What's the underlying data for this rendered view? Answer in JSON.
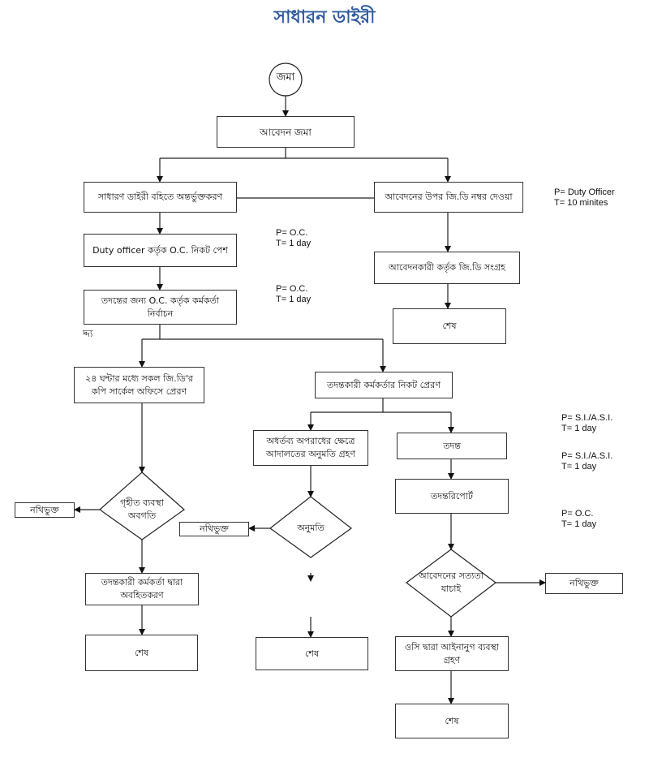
{
  "title": "সাধারন ডাইরী",
  "start_label": "জমা",
  "stray_label": "দ্দ্য",
  "boxes": {
    "submit": "আবেদন জমা",
    "include": "সাধারণ ডাইরী বহিতে অন্তর্ভুক্তকরণ",
    "gd_number": "আবেদনের উপর জি.ডি নম্বর দেওয়া",
    "present_oc": "Duty officer কর্তৃক O.C. নিকট পেশ",
    "collect": "আবেদনকারী কর্তৃক জি.ডি সংগ্রহ",
    "select_officer": "তদন্তের জন্য O.C. কর্তৃক কর্মকর্তা নির্বাচন",
    "end_right": "শেষ",
    "send_circle": "২৪ ঘন্টার মধ্যে সকল জি.ডি'র কপি সার্কেল অফিসে প্রেরণ",
    "send_investigator": "তদন্তকারী কর্মকর্তার নিকট প্রেরণ",
    "court_permission": "অধর্তব্য অপরাধের ক্ষেত্রে আদালতের অনুমতি গ্রহণ",
    "investigation": "তদন্ত",
    "report": "তদন্তরিপোর্ট",
    "file_left": "নথিভুক্ত",
    "file_mid": "নথিভুক্ত",
    "file_right": "নথিভুক্ত",
    "inform": "তদন্তকারী কর্মকর্তা দ্বারা অবহিতকরণ",
    "oc_action": "ওসি দ্বারা আইনানুগ ব্যবস্থা গ্রহণ",
    "end_a": "শেষ",
    "end_b": "শেষ",
    "end_c": "শেষ"
  },
  "decisions": {
    "status": "গৃহীত ব্যবস্থা অবগতি",
    "permission": "অনুমতি",
    "verify": "আবেদনের সত্যতা যাচাই"
  },
  "notes": [
    {
      "p": "P= Duty Officer",
      "t": "T= 10 minites"
    },
    {
      "p": "P= O.C.",
      "t": "T= 1 day"
    },
    {
      "p": "P= O.C.",
      "t": "T= 1 day"
    },
    {
      "p": "P= S.I./A.S.I.",
      "t": "T= 1 day"
    },
    {
      "p": "P= S.I./A.S.I.",
      "t": "T= 1 day"
    },
    {
      "p": "P= O.C.",
      "t": "T= 1 day"
    }
  ]
}
